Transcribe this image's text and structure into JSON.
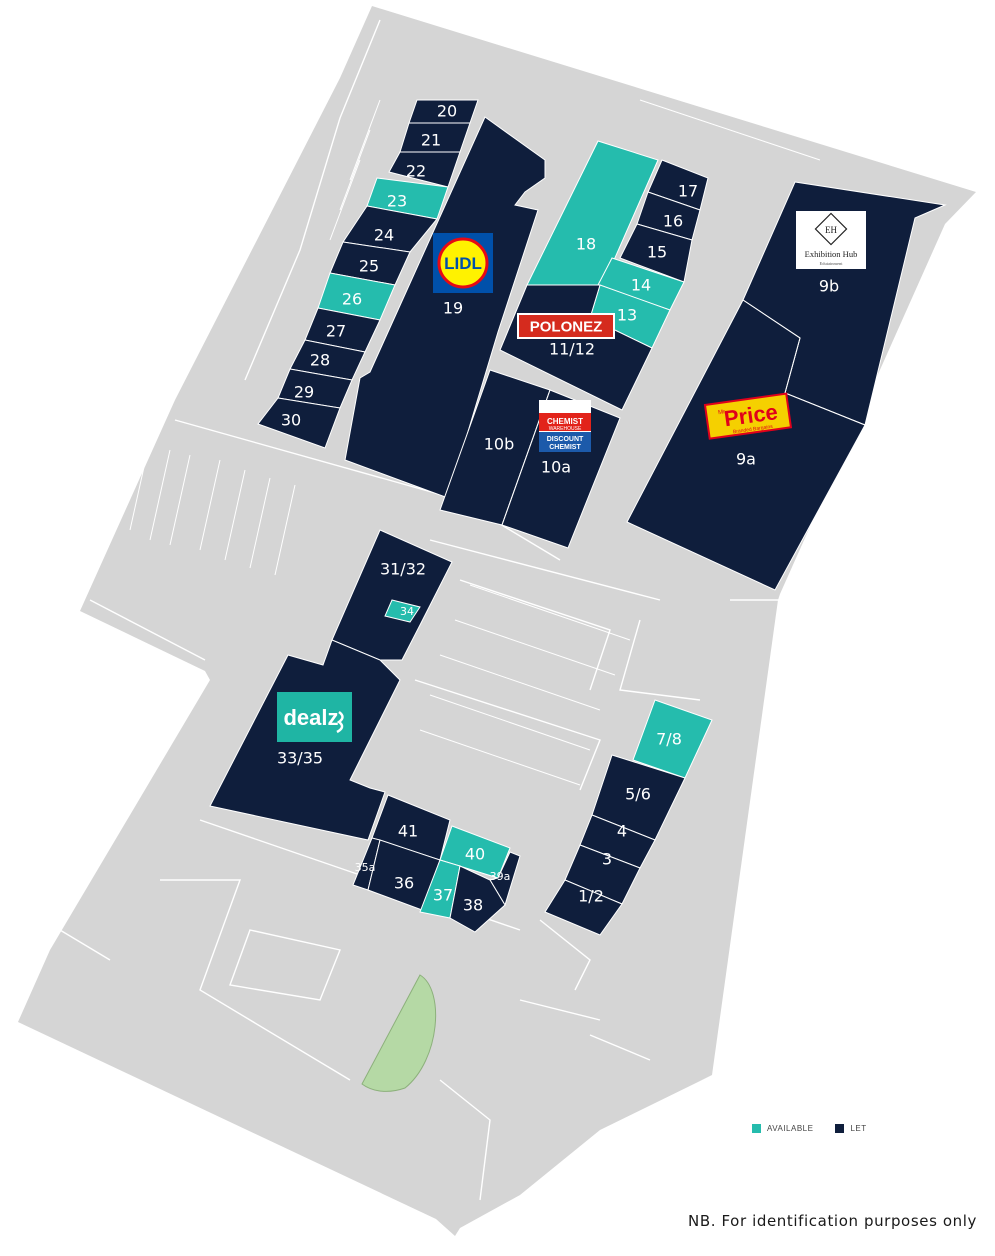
{
  "colors": {
    "let": "#0f1e3c",
    "available": "#25bcad",
    "ground": "#d5d5d5",
    "green": "#b5d9a5",
    "line": "#ffffff"
  },
  "units": [
    {
      "id": "20",
      "status": "let"
    },
    {
      "id": "21",
      "status": "let"
    },
    {
      "id": "22",
      "status": "let"
    },
    {
      "id": "23",
      "status": "available"
    },
    {
      "id": "24",
      "status": "let"
    },
    {
      "id": "25",
      "status": "let"
    },
    {
      "id": "26",
      "status": "available"
    },
    {
      "id": "27",
      "status": "let"
    },
    {
      "id": "28",
      "status": "let"
    },
    {
      "id": "29",
      "status": "let"
    },
    {
      "id": "30",
      "status": "let"
    },
    {
      "id": "19",
      "status": "let"
    },
    {
      "id": "18",
      "status": "available"
    },
    {
      "id": "17",
      "status": "let"
    },
    {
      "id": "16",
      "status": "let"
    },
    {
      "id": "15",
      "status": "let"
    },
    {
      "id": "14",
      "status": "available"
    },
    {
      "id": "13",
      "status": "available"
    },
    {
      "id": "11/12",
      "status": "let"
    },
    {
      "id": "10b",
      "status": "let"
    },
    {
      "id": "10a",
      "status": "let"
    },
    {
      "id": "9b",
      "status": "let"
    },
    {
      "id": "9a",
      "status": "let"
    },
    {
      "id": "31/32",
      "status": "let"
    },
    {
      "id": "34",
      "status": "available"
    },
    {
      "id": "33/35",
      "status": "let"
    },
    {
      "id": "41",
      "status": "let"
    },
    {
      "id": "35a",
      "status": "let"
    },
    {
      "id": "36",
      "status": "let"
    },
    {
      "id": "40",
      "status": "available"
    },
    {
      "id": "39a",
      "status": "let"
    },
    {
      "id": "37",
      "status": "available"
    },
    {
      "id": "38",
      "status": "let"
    },
    {
      "id": "7/8",
      "status": "available"
    },
    {
      "id": "5/6",
      "status": "let"
    },
    {
      "id": "4",
      "status": "let"
    },
    {
      "id": "3",
      "status": "let"
    },
    {
      "id": "1/2",
      "status": "let"
    }
  ],
  "tenants": {
    "lidl": {
      "name": "LIDL",
      "unit": "19",
      "icon": "lidl-logo"
    },
    "polonez": {
      "name": "POLONEZ",
      "unit": "11/12",
      "icon": "polonez-logo"
    },
    "chemist": {
      "line1": "CHEMIST",
      "line2": "WAREHOUSE",
      "line3": "DISCOUNT",
      "line4": "CHEMIST",
      "unit": "10a",
      "icon": "chemist-warehouse-logo"
    },
    "exhibition": {
      "mark": "EH",
      "name": "Exhibition Hub",
      "tagline": "Edutainment",
      "unit": "9b",
      "icon": "exhibition-hub-logo"
    },
    "mrprice": {
      "prefix": "Mr.",
      "name": "Price",
      "tagline": "Branded Bargains",
      "unit": "9a",
      "icon": "mr-price-logo"
    },
    "dealz": {
      "name": "dealz",
      "unit": "33/35",
      "icon": "dealz-logo"
    }
  },
  "legend": {
    "available": "AVAILABLE",
    "let": "LET"
  },
  "note": "NB. For identification purposes only"
}
